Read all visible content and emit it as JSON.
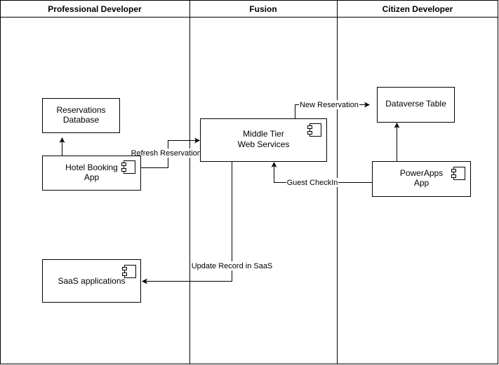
{
  "lanes": [
    {
      "title": "Professional Developer"
    },
    {
      "title": "Fusion"
    },
    {
      "title": "Citizen Developer"
    }
  ],
  "nodes": {
    "reservations_db": {
      "lines": [
        "Reservations",
        "Database"
      ],
      "component": false
    },
    "hotel_booking": {
      "lines": [
        "Hotel Booking",
        "App"
      ],
      "component": true
    },
    "saas": {
      "lines": [
        "SaaS applications"
      ],
      "component": true
    },
    "middle_tier": {
      "lines": [
        "Middle Tier",
        "Web Services"
      ],
      "component": true
    },
    "dataverse": {
      "lines": [
        "Dataverse Table"
      ],
      "component": false
    },
    "powerapps": {
      "lines": [
        "PowerApps",
        "App"
      ],
      "component": true
    }
  },
  "edges": {
    "refresh": {
      "label": "Refresh Reservations",
      "from": "Hotel Booking App",
      "to": "Middle Tier Web Services"
    },
    "new_reservation": {
      "label": "New Reservation",
      "from": "Middle Tier Web Services",
      "to": "Dataverse Table"
    },
    "guest_checkin": {
      "label": "Guest CheckIn",
      "from": "PowerApps App",
      "to": "Middle Tier Web Services"
    },
    "update_record": {
      "label": "Update Record in SaaS",
      "from": "Middle Tier Web Services",
      "to": "SaaS applications"
    },
    "hotel_to_db": {
      "from": "Hotel Booking App",
      "to": "Reservations Database"
    },
    "powerapps_to_dataverse": {
      "from": "PowerApps App",
      "to": "Dataverse Table"
    }
  }
}
